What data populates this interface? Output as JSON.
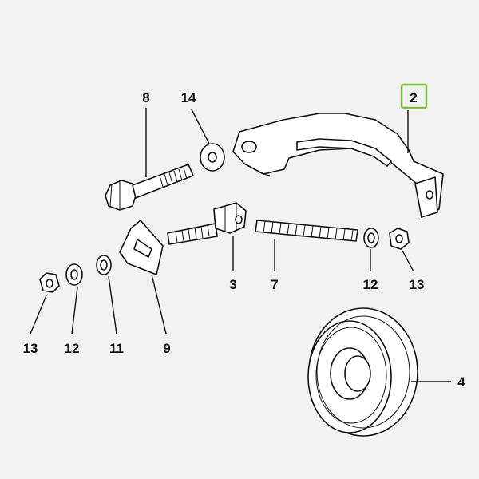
{
  "diagram": {
    "labels": {
      "part_2": "2",
      "part_3": "3",
      "part_4": "4",
      "part_7": "7",
      "part_8": "8",
      "part_9": "9",
      "part_11": "11",
      "part_12_right": "12",
      "part_12_left": "12",
      "part_13_right": "13",
      "part_13_left": "13",
      "part_14": "14"
    },
    "highlighted_part": "2",
    "colors": {
      "background": "#f2f2f2",
      "outline": "#111111",
      "highlight": "#7dc242"
    }
  }
}
